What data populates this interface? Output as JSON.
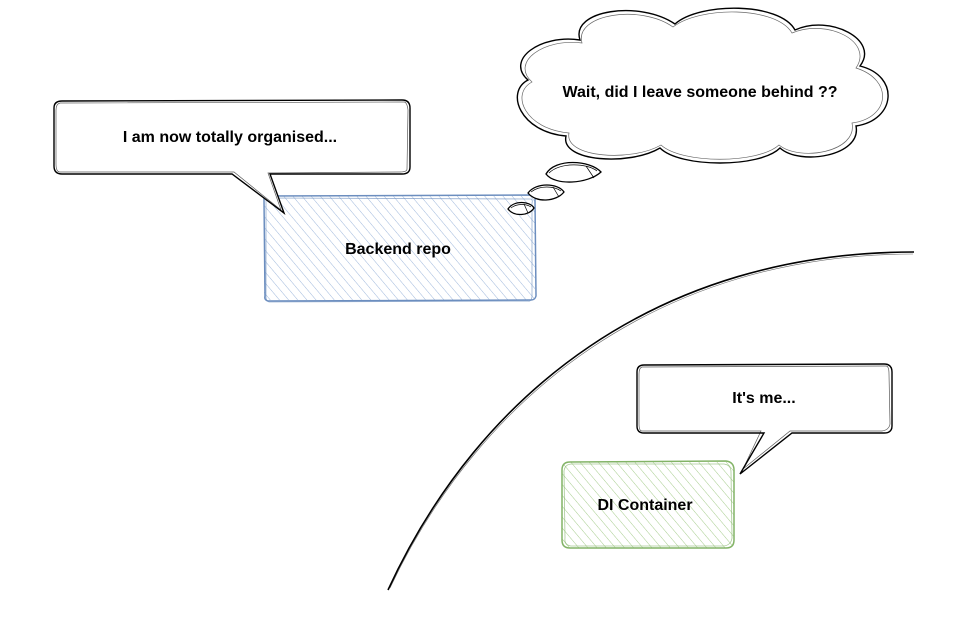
{
  "diagram": {
    "bubble_organised": {
      "text": "I am now totally organised..."
    },
    "thought_cloud": {
      "text": "Wait, did I leave someone behind ??"
    },
    "backend_box": {
      "text": "Backend repo",
      "stroke": "#6c8ebf",
      "fill": "#dae8fc"
    },
    "bubble_its_me": {
      "text": "It's me..."
    },
    "di_box": {
      "text": "DI Container",
      "stroke": "#82b366",
      "fill": "#d5e8d4"
    },
    "colors": {
      "ink": "#000000",
      "background": "#ffffff"
    }
  }
}
